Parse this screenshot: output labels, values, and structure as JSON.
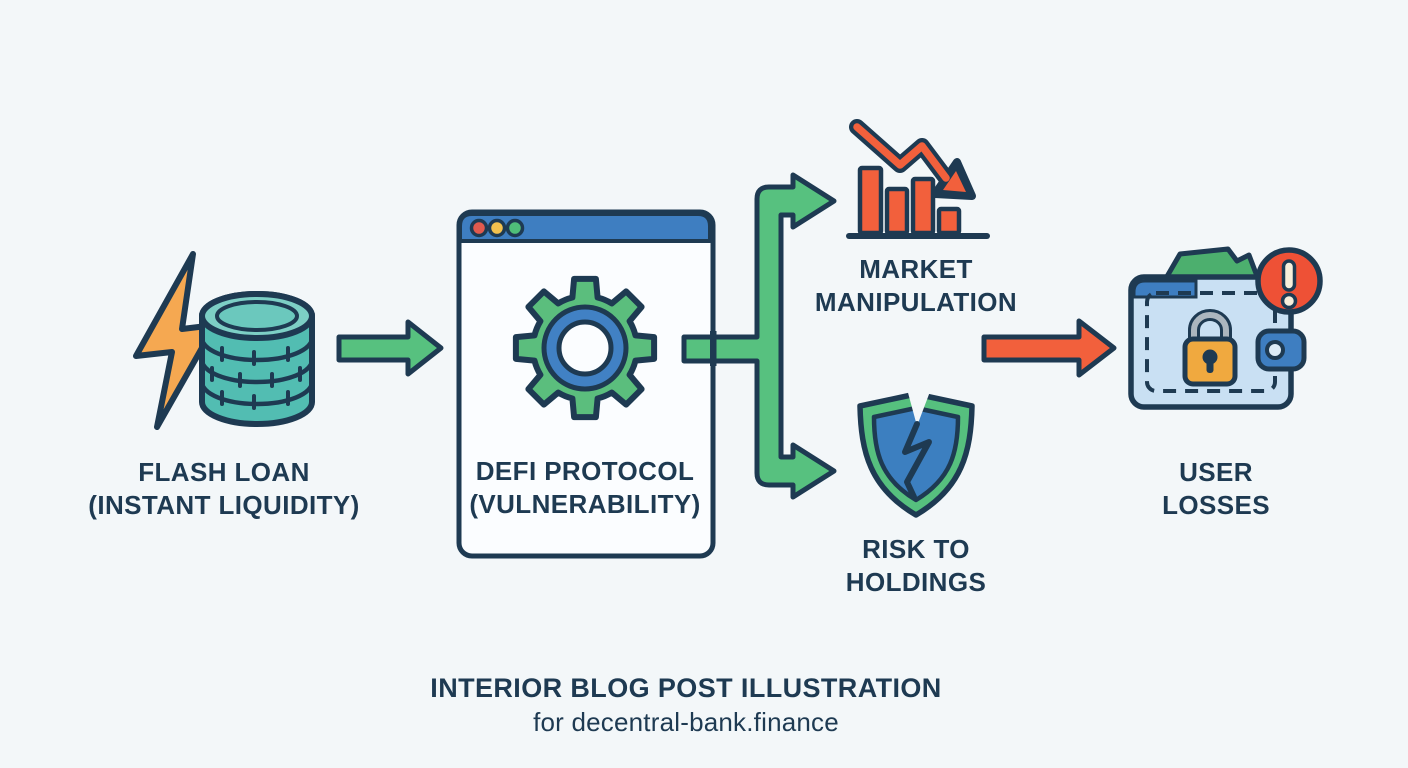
{
  "nodes": {
    "flash_loan": {
      "line1": "FLASH LOAN",
      "line2": "(INSTANT LIQUIDITY)",
      "icon": "lightning-bolt-and-coin-stack"
    },
    "defi_protocol": {
      "line1": "DEFI PROTOCOL",
      "line2": "(VULNERABILITY)",
      "icon": "browser-window-with-gear"
    },
    "market_manipulation": {
      "line1": "MARKET",
      "line2": "MANIPULATION",
      "icon": "declining-bar-chart"
    },
    "risk_to_holdings": {
      "line1": "RISK TO",
      "line2": "HOLDINGS",
      "icon": "broken-shield"
    },
    "user_losses": {
      "line1": "USER",
      "line2": "LOSSES",
      "icon": "locked-wallet-with-alert"
    }
  },
  "footer": {
    "line1": "INTERIOR BLOG POST ILLUSTRATION",
    "line2": "for decentral-bank.finance"
  },
  "flow": [
    "flash_loan -> defi_protocol",
    "defi_protocol -> market_manipulation",
    "defi_protocol -> risk_to_holdings",
    "market_manipulation/risk_to_holdings -> user_losses"
  ],
  "palette": {
    "background": "#F3F7F9",
    "outline_navy": "#1E3A52",
    "text_navy": "#1E3A52",
    "arrow_green": "#57C17F",
    "arrow_red": "#F2603C",
    "coin_teal": "#52BDB2",
    "coin_teal_light": "#7DCFC5",
    "lightning_orange": "#F5A851",
    "titlebar_blue": "#3E7EC1",
    "window_white": "#FBFDFF",
    "gear_green": "#5BBE7D",
    "gear_ring_blue": "#4181C4",
    "bar_chart_red": "#F2603C",
    "shield_green": "#56C07E",
    "shield_blue": "#3C7FC0",
    "wallet_light_blue": "#C9E0F3",
    "money_green": "#4CAF6E",
    "lock_orange": "#F0A93F",
    "shackle_gray": "#ACB6BE",
    "alert_red": "#EE5136",
    "alert_cream": "#F7EFDB",
    "dot_red": "#E05A4E",
    "dot_yellow": "#F2C14E",
    "dot_green": "#4FBE79"
  }
}
